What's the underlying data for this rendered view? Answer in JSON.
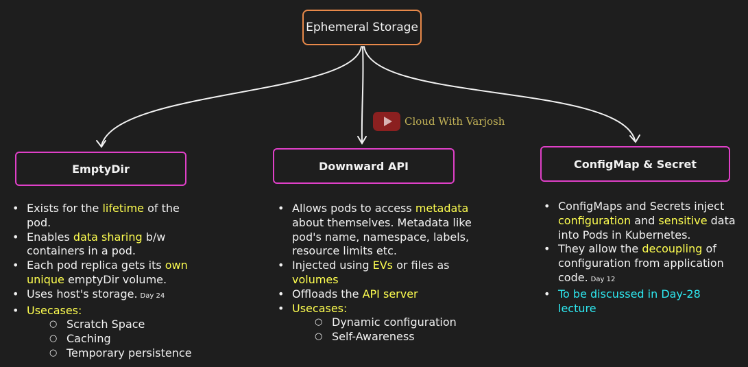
{
  "root": {
    "label": "Ephemeral Storage"
  },
  "watermark": {
    "text": "Cloud With Varjosh"
  },
  "nodes": [
    {
      "title": "EmptyDir",
      "bullets": [
        {
          "parts": [
            {
              "t": "Exists for the "
            },
            {
              "t": "lifetime",
              "hl": true
            },
            {
              "t": " of the pod."
            }
          ]
        },
        {
          "parts": [
            {
              "t": "Enables "
            },
            {
              "t": "data sharing",
              "hl": true
            },
            {
              "t": " b/w containers in a pod."
            }
          ]
        },
        {
          "parts": [
            {
              "t": "Each pod replica gets its "
            },
            {
              "t": "own unique",
              "hl": true
            },
            {
              "t": " emptyDir volume."
            }
          ]
        },
        {
          "parts": [
            {
              "t": "Uses host's storage."
            },
            {
              "t": "Day 24",
              "small": true
            }
          ]
        },
        {
          "parts": [
            {
              "t": "Usecases:",
              "hl": true
            }
          ],
          "sub": [
            "Scratch Space",
            "Caching",
            "Temporary persistence"
          ]
        }
      ]
    },
    {
      "title": "Downward API",
      "bullets": [
        {
          "parts": [
            {
              "t": "Allows pods to access "
            },
            {
              "t": "metadata",
              "hl": true
            },
            {
              "t": " about themselves. Metadata like pod's name, namespace, labels, resource limits etc."
            }
          ]
        },
        {
          "parts": [
            {
              "t": "Injected using "
            },
            {
              "t": "EVs",
              "hl": true
            },
            {
              "t": " or files as "
            },
            {
              "t": "volumes",
              "hl": true
            }
          ]
        },
        {
          "parts": [
            {
              "t": "Offloads the "
            },
            {
              "t": "API server",
              "hl": true
            }
          ]
        },
        {
          "parts": [
            {
              "t": "Usecases:",
              "hl": true
            }
          ],
          "sub": [
            "Dynamic configuration",
            "Self-Awareness"
          ]
        }
      ]
    },
    {
      "title": "ConfigMap & Secret",
      "bullets": [
        {
          "parts": [
            {
              "t": "ConfigMaps and Secrets inject "
            },
            {
              "t": "configuration",
              "hl": true
            },
            {
              "t": " and "
            },
            {
              "t": "sensitive",
              "hl": true
            },
            {
              "t": " data into Pods in Kubernetes."
            }
          ]
        },
        {
          "parts": [
            {
              "t": "They allow the "
            },
            {
              "t": "decoupling",
              "hl": true
            },
            {
              "t": " of configuration from application code."
            },
            {
              "t": "Day 12",
              "small": true
            }
          ]
        },
        {
          "parts": [
            {
              "t": "To be discussed in Day-28 lecture",
              "cyan": true
            }
          ]
        }
      ]
    }
  ],
  "colors": {
    "background": "#1e1e1e",
    "root_border": "#e8894a",
    "node_border": "#e040c8",
    "highlight": "#ffff50",
    "cyan": "#2ee8f0"
  }
}
